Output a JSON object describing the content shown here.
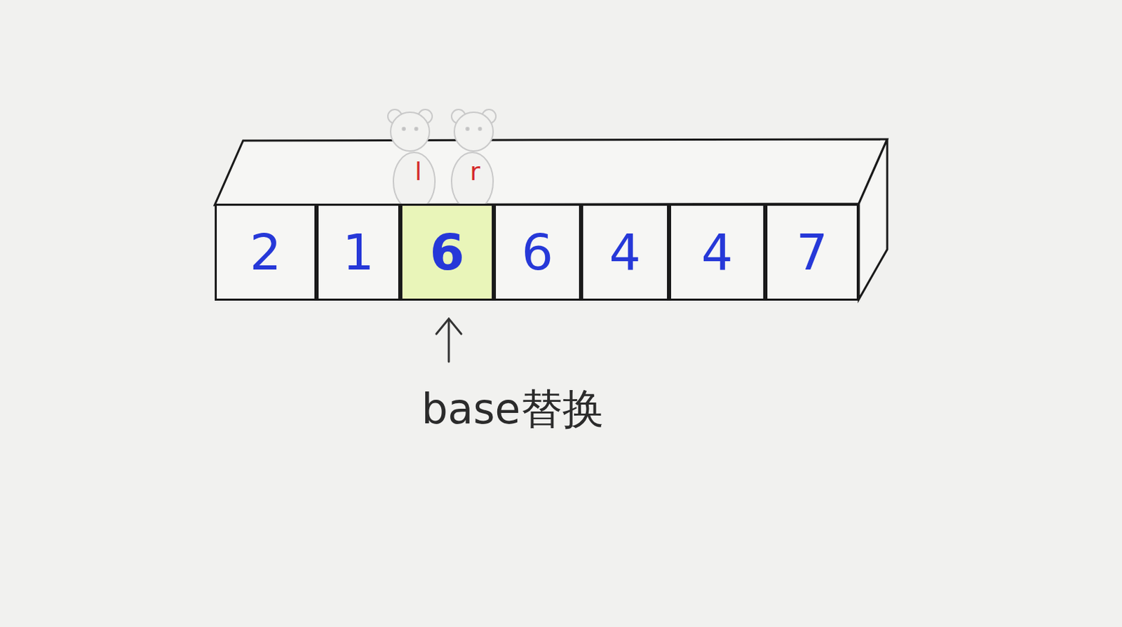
{
  "diagram": {
    "nodes": [
      {
        "text": [
          "2"
        ]
      },
      {
        "text": [
          "1"
        ]
      },
      {
        "text": [
          "6"
        ]
      },
      {
        "text": [
          "6"
        ]
      },
      {
        "text": [
          "4"
        ]
      },
      {
        "text": [
          "4"
        ]
      },
      {
        "text": [
          "7"
        ]
      }
    ],
    "labels": [
      "l",
      "r",
      "base替换"
    ]
  }
}
